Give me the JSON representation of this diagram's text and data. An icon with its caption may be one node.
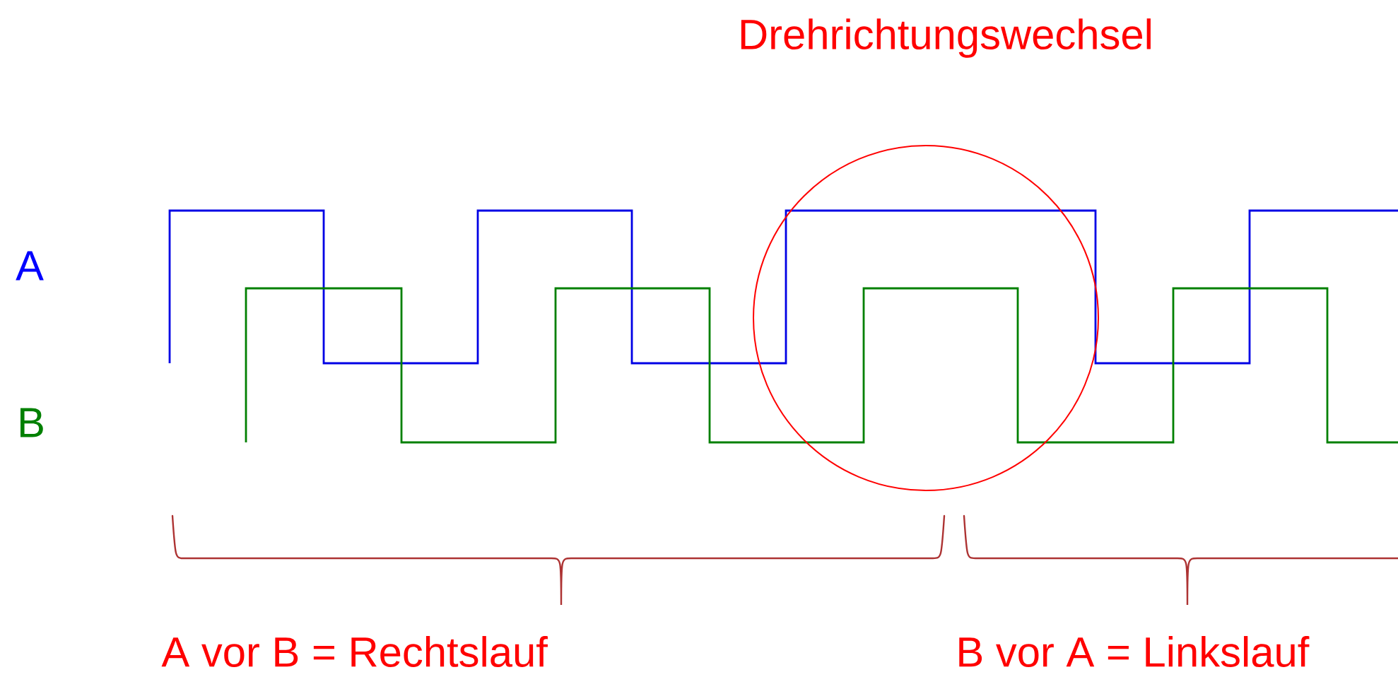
{
  "diagram": {
    "labels": [
      "Drehrichtungswechsel",
      "A",
      "B",
      "A vor B = Rechtslauf",
      "B vor A = Linkslauf"
    ]
  }
}
